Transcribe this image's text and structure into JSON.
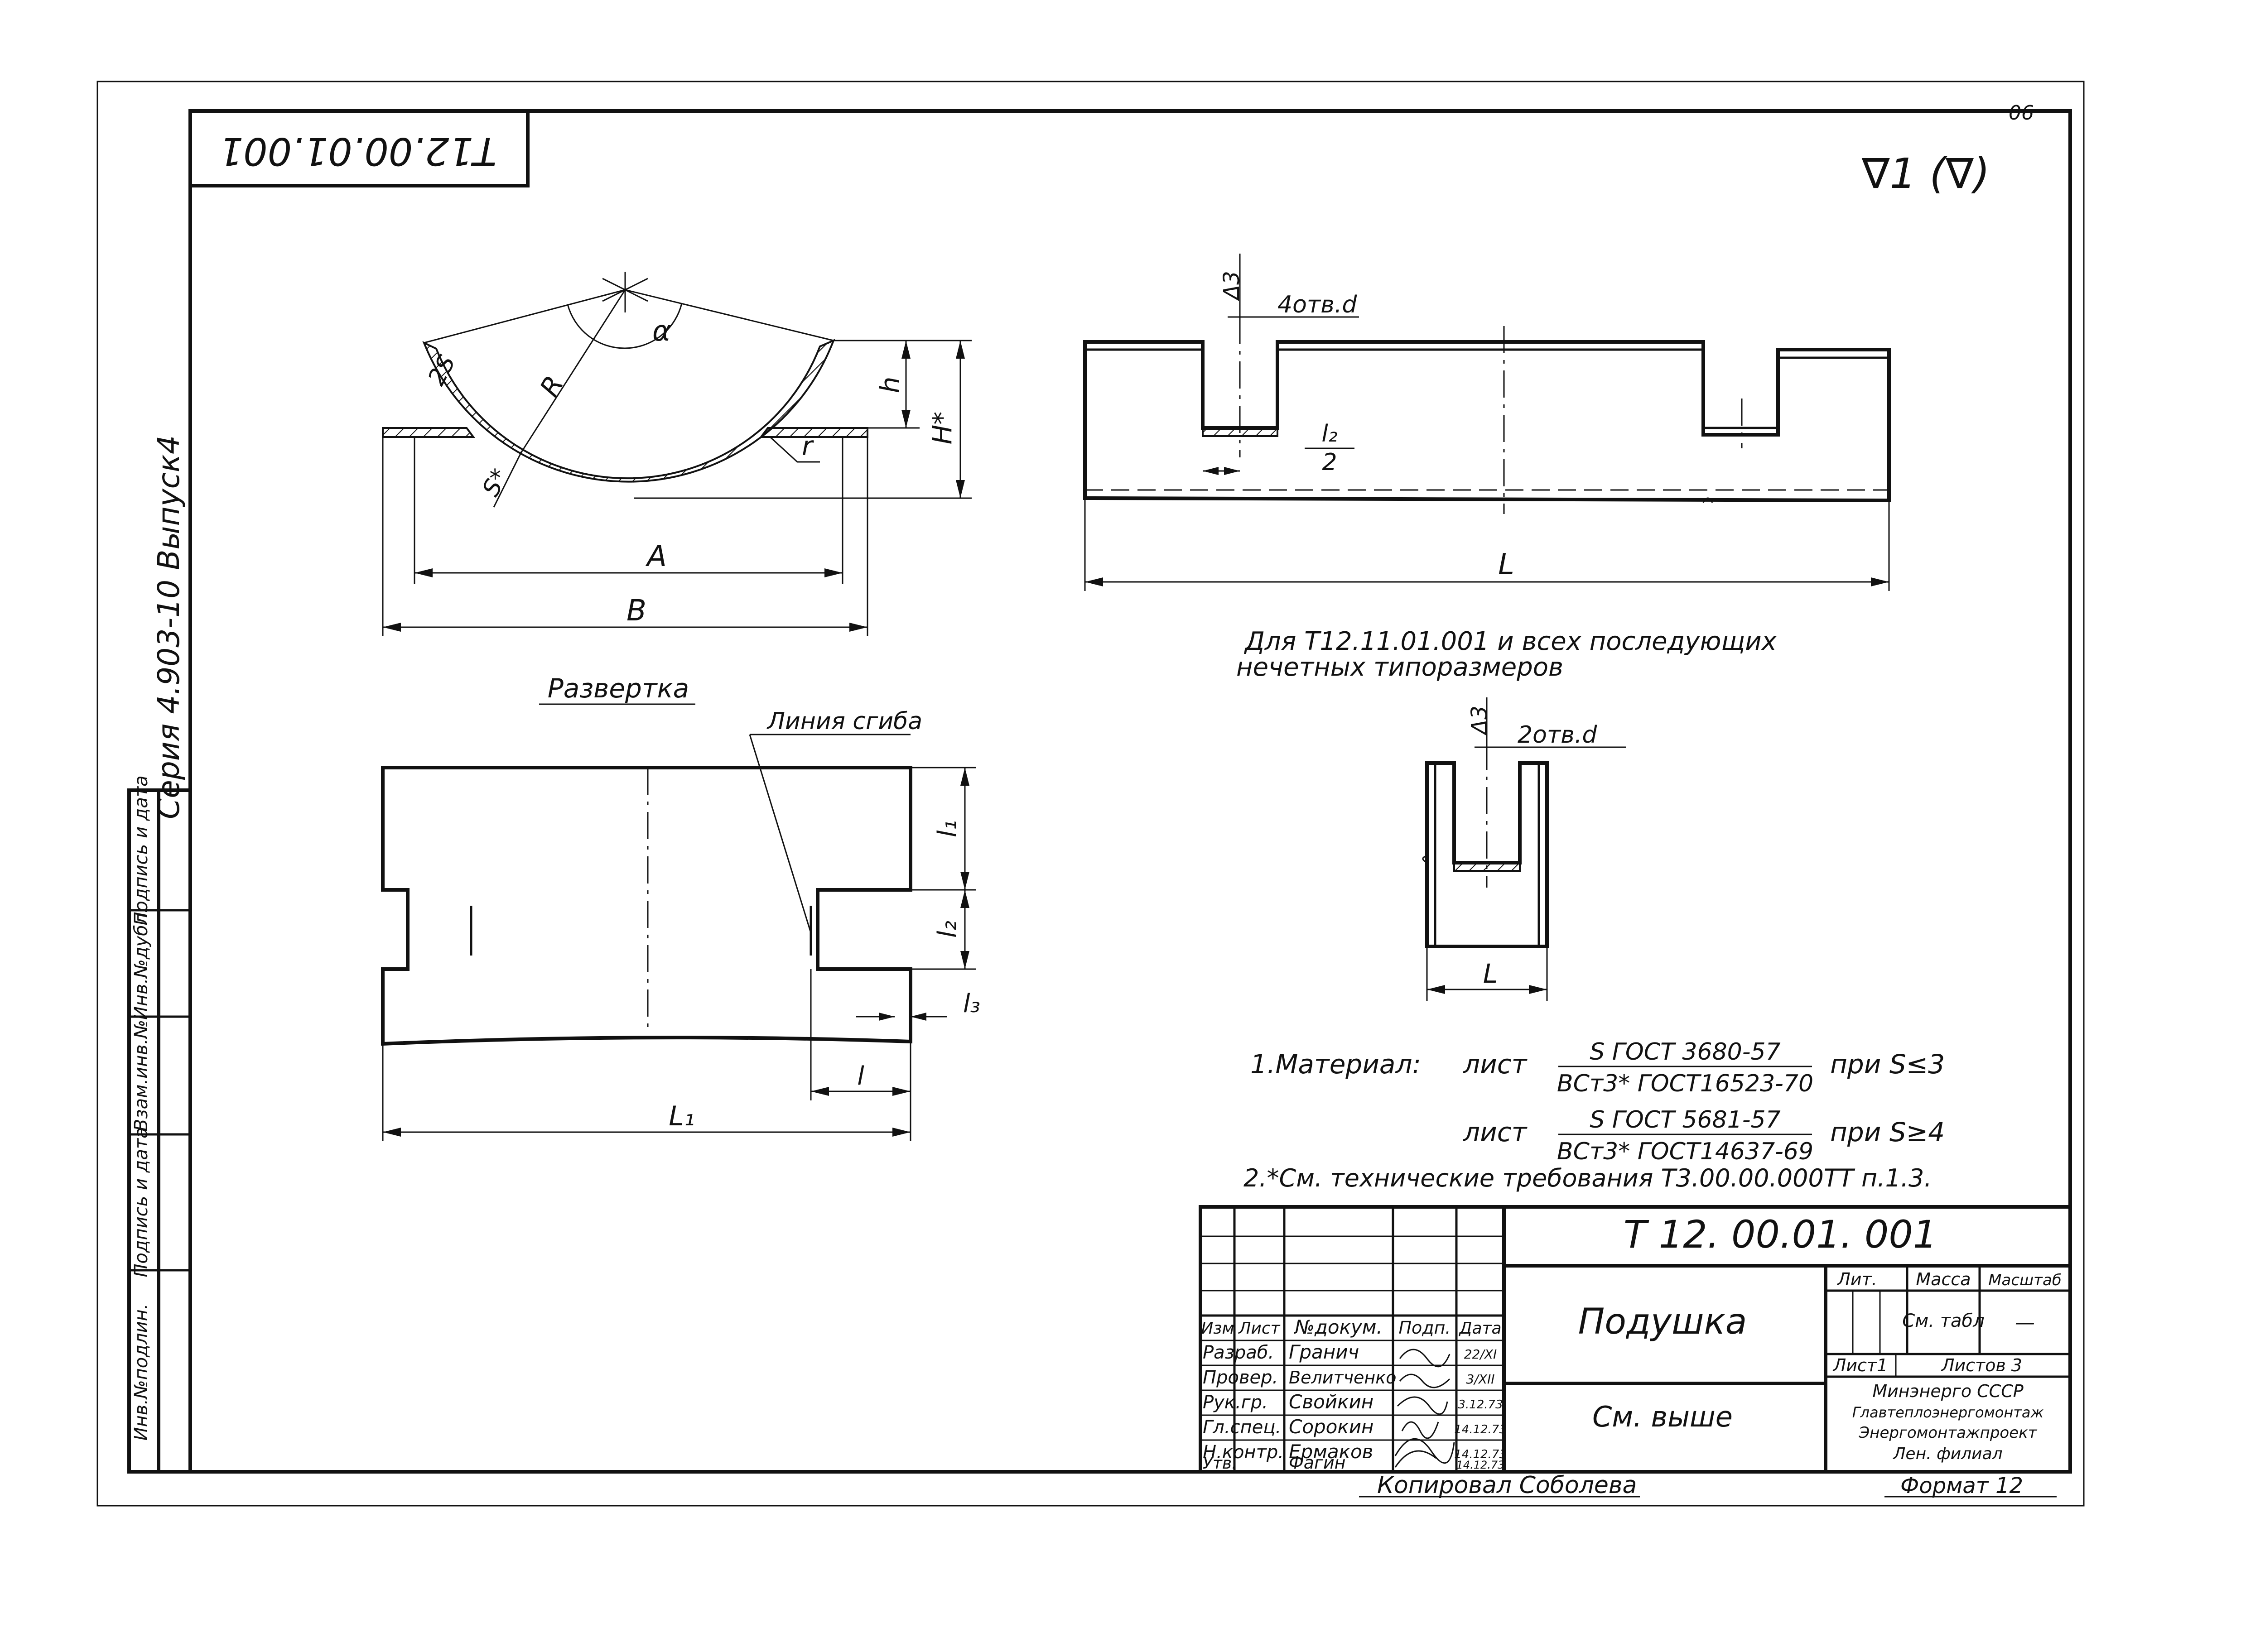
{
  "sheet": {
    "page_number": "90",
    "doc_code_rotated": "Т12.00.01.001",
    "roughness": "∇1 (∇)",
    "series_side": "Серия 4.903-10 Выпуск4",
    "left_stamp": [
      "Инв.№подлин.",
      "Подпись и дата",
      "Взам.инв.№",
      "Инв.№дубл.",
      "Подпись и дата"
    ]
  },
  "labels": {
    "a": "A",
    "b": "B",
    "h": "h",
    "h_star": "H*",
    "s_star": "S*",
    "r_big": "R",
    "r_small": "r",
    "two_s": "2S",
    "alpha": "α",
    "l": "L",
    "l_small": "l",
    "l1": "L₁",
    "l1_small": "l₁",
    "l2_small": "l₂",
    "l3_small": "l₃",
    "holes4": "4отв.d",
    "holes2": "2отв.d",
    "delta3": "Δ3",
    "l2_num": "l₂",
    "l2_den": "2",
    "razvertka": "Развертка",
    "bend_line": "Линия сгиба",
    "odd_note_1": "Для  Т12.11.01.001 и всех последующих",
    "odd_note_2": "нечетных   типоразмеров"
  },
  "notes": {
    "material_label": "1.Материал:",
    "sheet1": "лист",
    "frac1_top": "S ГОСТ 3680-57",
    "frac1_bot": "ВСт3* ГОСТ16523-70",
    "cond1": "при S≤3",
    "sheet2": "лист",
    "frac2_top": "S ГОСТ 5681-57",
    "frac2_bot": "ВСт3* ГОСТ14637-69",
    "cond2": "при S≥4",
    "note2": "2.*См. технические  требования  Т3.00.00.000ТТ п.1.3."
  },
  "title_block": {
    "designation": "Т 12. 00.01. 001",
    "name": "Подушка",
    "material": "См. выше",
    "col_izm": "Изм",
    "col_list": "Лист",
    "col_doc": "№докум.",
    "col_sign": "Подп.",
    "col_date": "Дата",
    "rows": [
      {
        "role": "Разраб.",
        "name": "Гранич",
        "date": "22/XI"
      },
      {
        "role": "Провер.",
        "name": "Велитченко",
        "date": "3/XII"
      },
      {
        "role": "Рук.гр.",
        "name": "Свойкин",
        "date": "3.12.73"
      },
      {
        "role": "Гл.спец.",
        "name": "Сорокин",
        "date": "14.12.73"
      },
      {
        "role": "Н.контр.",
        "name": "Ермаков",
        "date": "14.12.73"
      },
      {
        "role": "Утв.",
        "name": "Фагин",
        "date": "14.12.73"
      }
    ],
    "lit": "Лит.",
    "mass": "Масса",
    "scale": "Масштаб",
    "mass_value": "См. табл",
    "scale_value": "—",
    "sheet_label": "Лист1",
    "sheets_label": "Листов 3",
    "org": [
      "Минэнерго СССР",
      "Главтеплоэнергомонтаж",
      "Энергомонтажпроект",
      "Лен. филиал"
    ],
    "copied": "Копировал  Соболева",
    "format": "Формат 12"
  }
}
